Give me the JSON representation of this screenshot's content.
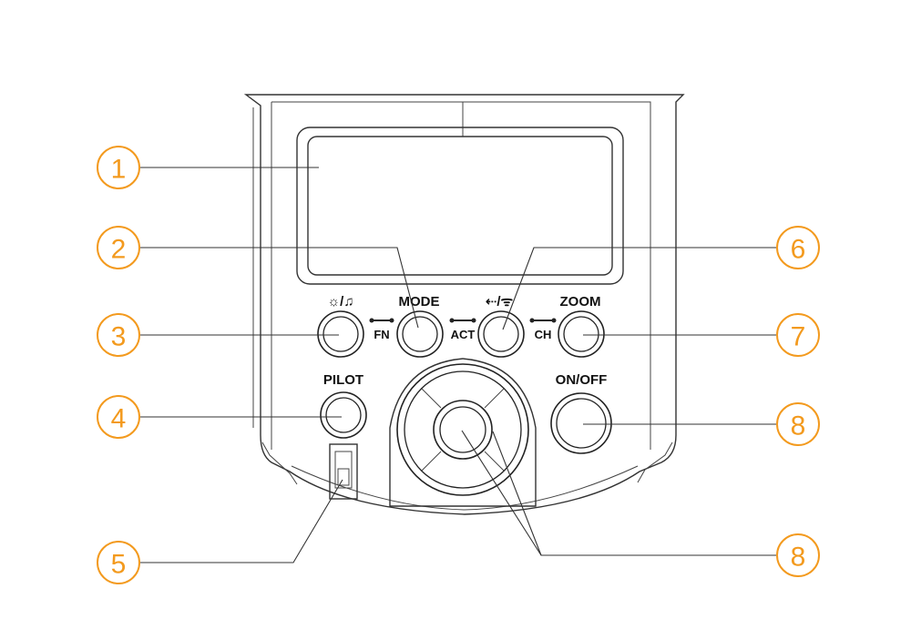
{
  "colors": {
    "callout": "#F39A1E",
    "line": "#333333",
    "background": "#FFFFFF"
  },
  "button_labels": {
    "light_music": "☼/♫",
    "mode": "MODE",
    "sync_wireless": "⇠/ᯤ",
    "zoom": "ZOOM",
    "pilot": "PILOT",
    "on_off": "ON/OFF",
    "fn": "FN",
    "act": "ACT",
    "ch": "CH"
  },
  "callouts": [
    {
      "id": "1",
      "label": "1"
    },
    {
      "id": "2",
      "label": "2"
    },
    {
      "id": "3",
      "label": "3"
    },
    {
      "id": "4",
      "label": "4"
    },
    {
      "id": "5",
      "label": "5"
    },
    {
      "id": "6",
      "label": "6"
    },
    {
      "id": "7",
      "label": "7"
    },
    {
      "id": "8a",
      "label": "8"
    },
    {
      "id": "8b",
      "label": "8"
    }
  ]
}
